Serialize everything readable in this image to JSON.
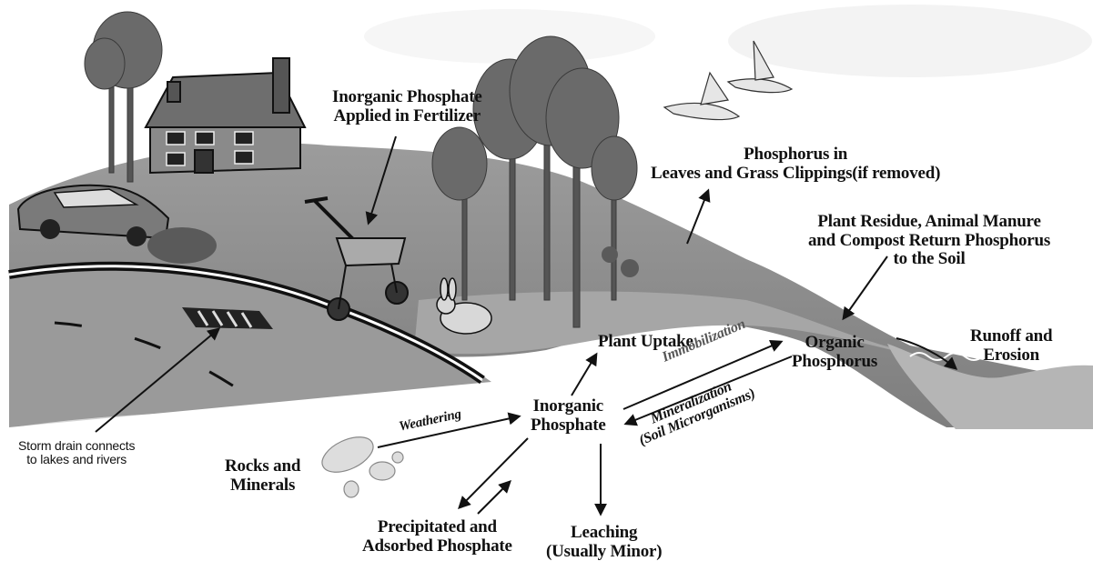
{
  "labels": {
    "fertilizer": [
      "Inorganic Phosphate",
      "Applied in Fertilizer"
    ],
    "leaves": [
      "Phosphorus in",
      "Leaves and Grass Clippings(if removed)"
    ],
    "residue": [
      "Plant Residue, Animal Manure",
      "and Compost Return Phosphorus",
      "to the Soil"
    ],
    "runoff": [
      "Runoff and",
      "Erosion"
    ],
    "plant_uptake": "Plant Uptake",
    "immobilization": "Immobilization",
    "organic": [
      "Organic",
      "Phosphorus"
    ],
    "mineralization": [
      "Mineralization",
      "(Soil Microrganisms)"
    ],
    "inorganic": [
      "Inorganic",
      "Phosphate"
    ],
    "weathering": "Weathering",
    "rocks": [
      "Rocks and",
      "Minerals"
    ],
    "storm_drain": [
      "Storm drain connects",
      "to lakes and rivers"
    ],
    "precipitated": [
      "Precipitated and",
      "Adsorbed Phosphate"
    ],
    "leaching": [
      "Leaching",
      "(Usually Minor)"
    ]
  },
  "colors": {
    "ink": "#111111",
    "ground": "#8f8f8f",
    "water": "#b5b5b5",
    "road": "#9a9a9a",
    "foliage": "#6a6a6a"
  }
}
